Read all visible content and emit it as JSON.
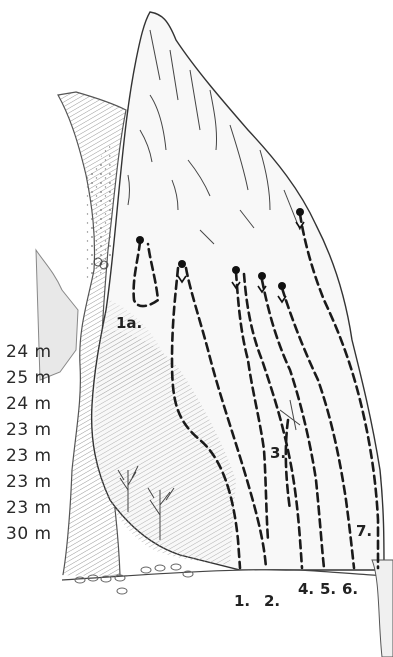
{
  "route_lengths": [
    "24 m",
    "25 m",
    "24 m",
    "23 m",
    "23 m",
    "23 m",
    "23 m",
    "30 m"
  ],
  "route_labels": {
    "r1a": "1a.",
    "r3": "3.",
    "r7": "7.",
    "r1": "1.",
    "r2": "2.",
    "r4": "4.",
    "r5": "5.",
    "r6": "6."
  },
  "colors": {
    "ink": "#222222",
    "rock_shade": "#8a8a8a",
    "background": "#ffffff"
  }
}
